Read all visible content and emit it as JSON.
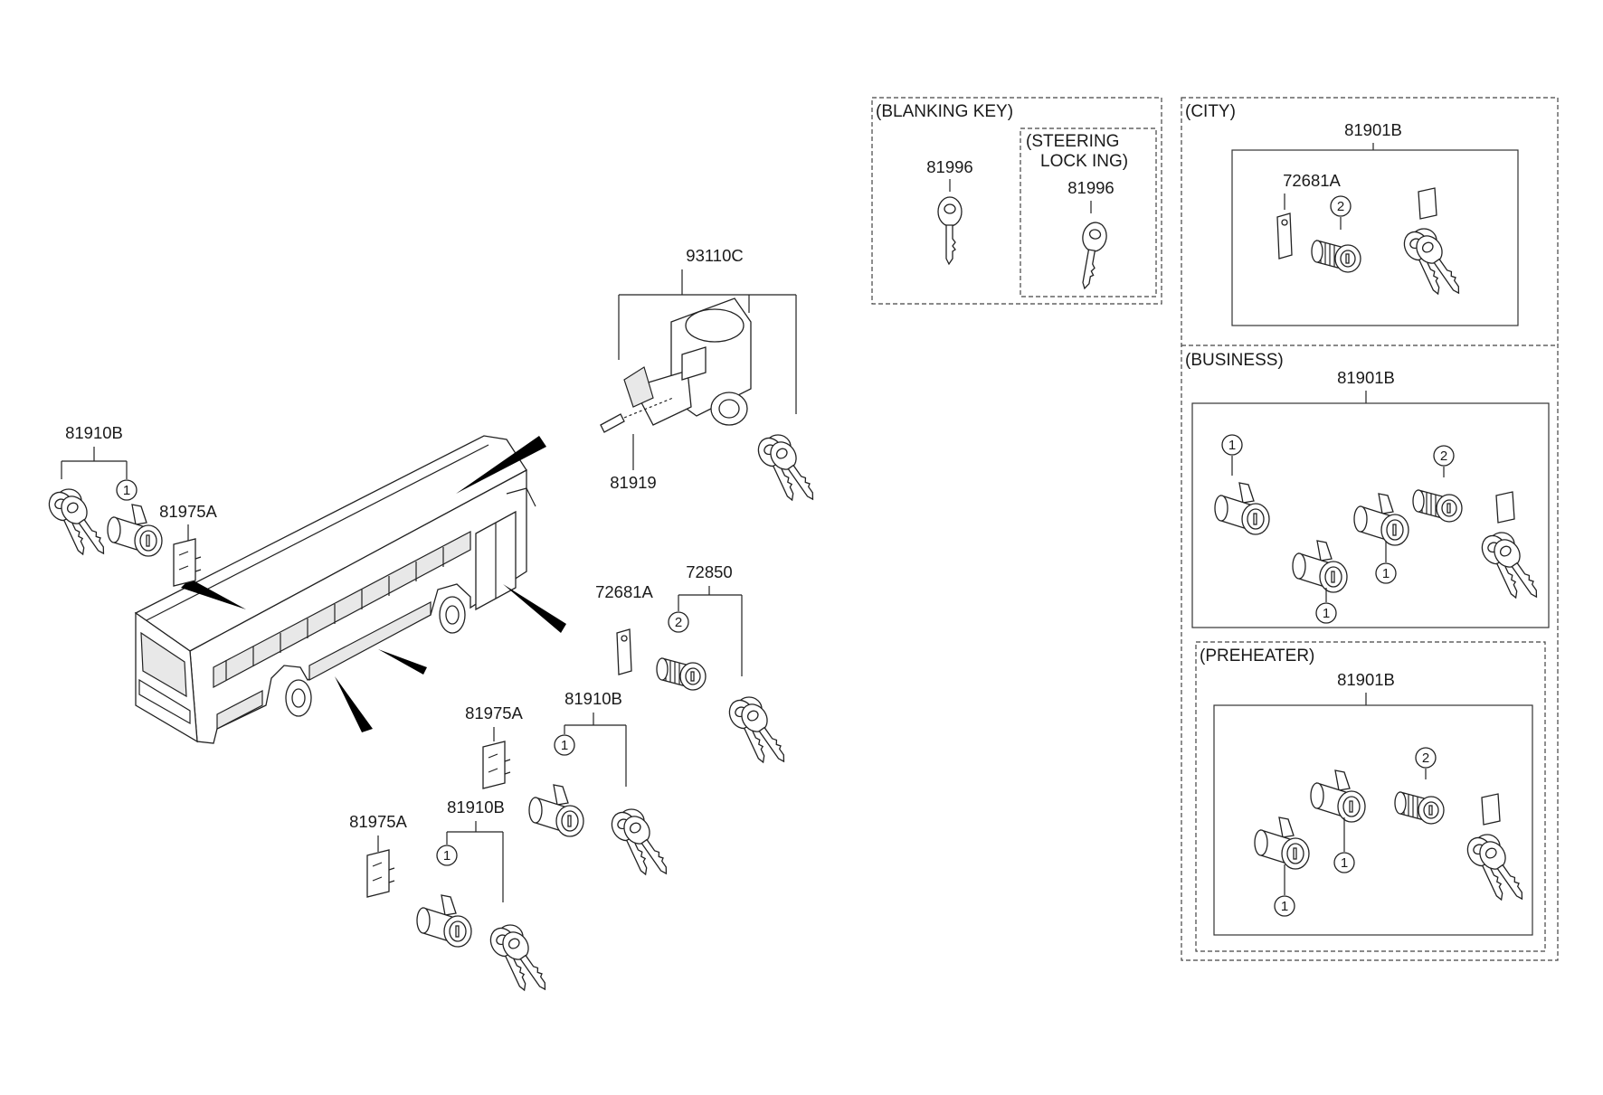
{
  "groups": {
    "blanking_key": "(BLANKING KEY)",
    "steering_lock_line1": "(STEERING",
    "steering_lock_line2": "LOCK  ING)",
    "city": "(CITY)",
    "business": "(BUSINESS)",
    "preheater": "(PREHEATER)"
  },
  "part_numbers": {
    "ignition_switch": "93110C",
    "ignition_pin": "81919",
    "door_lock_front": "81910B",
    "door_lock_mid": "81910B",
    "door_lock_low": "81910B",
    "bracket_front": "81975A",
    "bracket_mid": "81975A",
    "bracket_low": "81975A",
    "tag_main": "72681A",
    "key_set_main": "72850",
    "blank_key": "81996",
    "steering_blank_key": "81996",
    "city_set": "81901B",
    "city_tag": "72681A",
    "business_set": "81901B",
    "preheater_set": "81901B"
  },
  "callouts": {
    "one": "1",
    "two": "2"
  },
  "icons": {
    "bus": "bus-outline-icon",
    "key": "key-icon",
    "lock_cylinder": "lock-cylinder-icon",
    "ignition": "ignition-switch-icon",
    "bracket": "clip-bracket-icon",
    "tag": "key-tag-icon"
  }
}
